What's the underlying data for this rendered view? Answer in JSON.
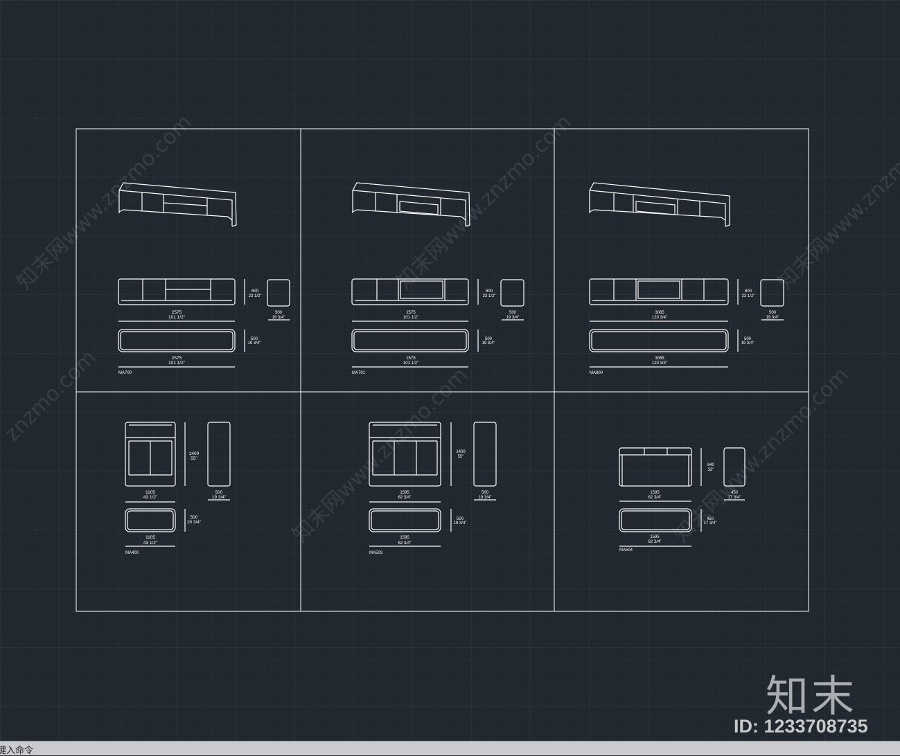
{
  "watermarks": {
    "text1": "知末网www.znzmo.com",
    "text2": "知末网www.znzmo.com",
    "text3": "znzmo.com",
    "text4": "知末网www.znzmo.com",
    "text5": "知末网www.znzmo.com",
    "text6": "知末网www.znzmo.com",
    "text7": "知末网www.znz"
  },
  "brand": {
    "logo_text": "知末",
    "id_label": "ID: 1233708735"
  },
  "command_line": {
    "prompt": "键入命令"
  },
  "panels": {
    "ma700": {
      "model": "MA700",
      "front_width": "2575",
      "front_width_in": "101 1/2\"",
      "height": "600",
      "height_in": "23 1/2\"",
      "side_depth": "500",
      "side_depth_in": "19 3/4\"",
      "top_depth": "500",
      "top_depth_in": "19 3/4\"",
      "top_width": "2575",
      "top_width_in": "101 1/2\""
    },
    "ma701": {
      "model": "MA701",
      "front_width": "2575",
      "front_width_in": "101 1/2\"",
      "height": "600",
      "height_in": "23 1/2\"",
      "side_depth": "500",
      "side_depth_in": "19 3/4\"",
      "top_depth": "500",
      "top_depth_in": "19 3/4\"",
      "top_width": "2575",
      "top_width_in": "101 1/2\""
    },
    "ma800": {
      "model": "MA800",
      "front_width": "3065",
      "front_width_in": "120 3/4\"",
      "height": "600",
      "height_in": "23 1/2\"",
      "side_depth": "500",
      "side_depth_in": "19 3/4\"",
      "top_depth": "500",
      "top_depth_in": "19 3/4\"",
      "top_width": "3065",
      "top_width_in": "120 3/4\""
    },
    "ma400": {
      "model": "MA400",
      "height": "1400",
      "height_in": "55\"",
      "front_width": "1105",
      "front_width_in": "43 1/2\"",
      "side_depth": "500",
      "side_depth_in": "19 3/4\"",
      "top_depth": "500",
      "top_depth_in": "19 3/4\"",
      "top_width": "1105",
      "top_width_in": "43 1/2\""
    },
    "ma503": {
      "model": "MA503",
      "height": "1400",
      "height_in": "55\"",
      "front_width": "1595",
      "front_width_in": "62 3/4\"",
      "side_depth": "500",
      "side_depth_in": "19 3/4\"",
      "top_depth": "500",
      "top_depth_in": "19 3/4\"",
      "top_width": "1595",
      "top_width_in": "62 3/4\""
    },
    "ma504": {
      "model": "MA504",
      "height": "840",
      "height_in": "33\"",
      "front_width": "1595",
      "front_width_in": "62 3/4\"",
      "side_depth": "450",
      "side_depth_in": "17 3/4\"",
      "top_depth": "450",
      "top_depth_in": "17 3/4\"",
      "top_width": "1595",
      "top_width_in": "62 3/4\""
    }
  },
  "colors": {
    "background": "#212830",
    "grid": "#2d3540",
    "line": "#ffffff"
  }
}
